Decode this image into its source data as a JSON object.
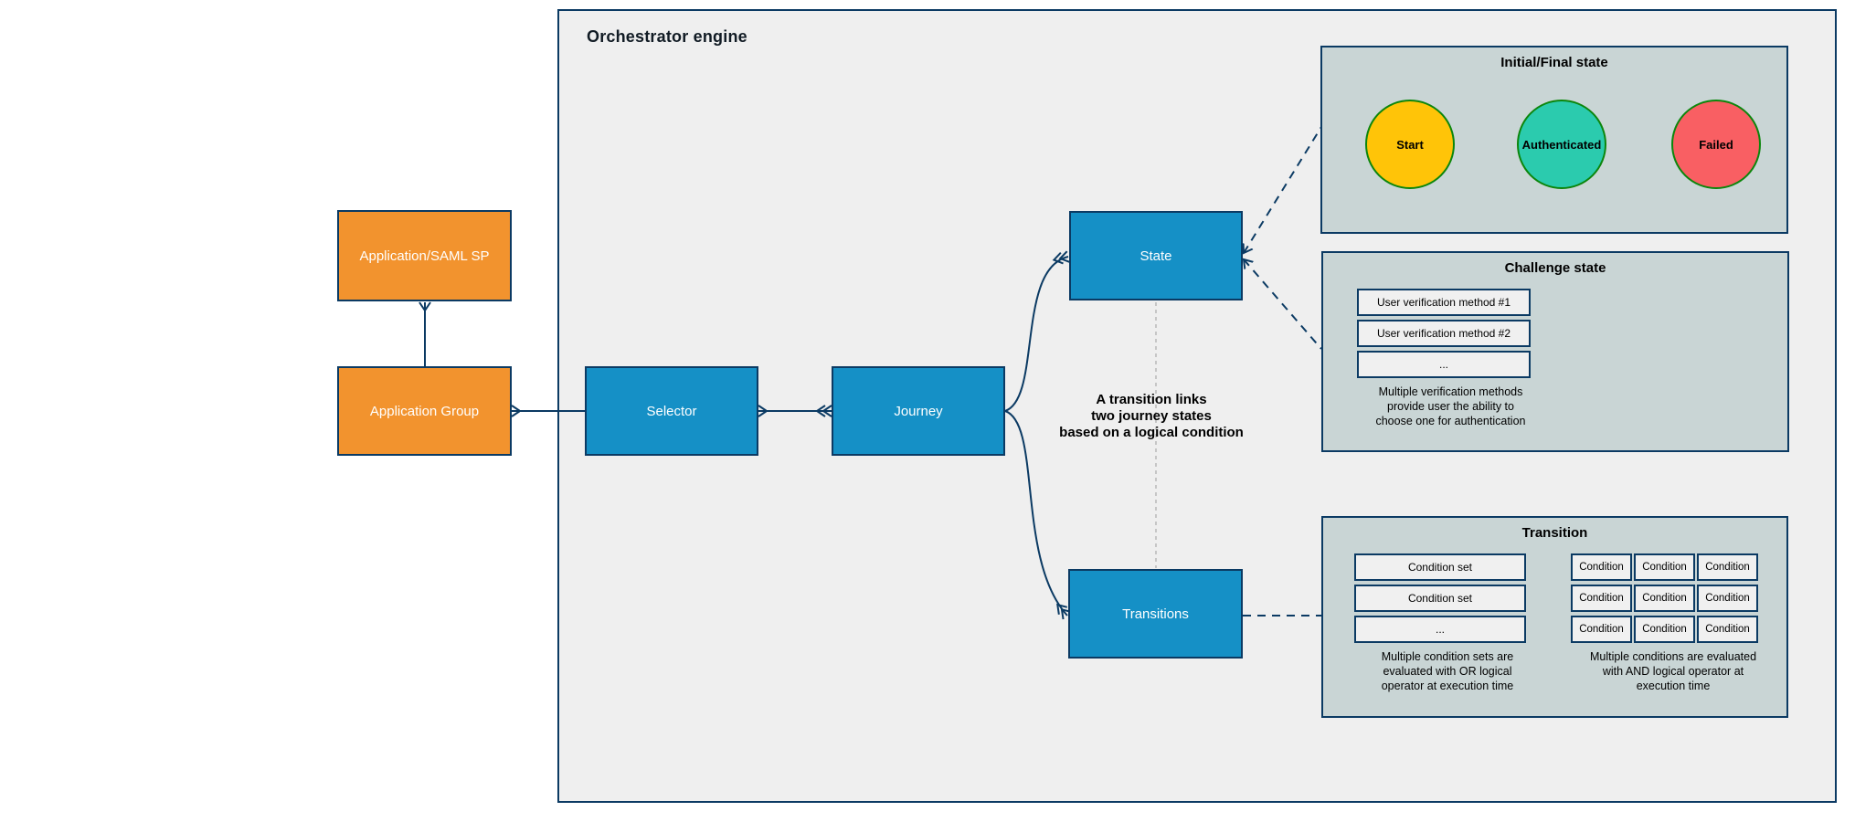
{
  "orchestrator": {
    "title": "Orchestrator engine"
  },
  "nodes": {
    "app_saml": {
      "label": "Application/SAML SP"
    },
    "app_group": {
      "label": "Application Group"
    },
    "selector": {
      "label": "Selector"
    },
    "journey": {
      "label": "Journey"
    },
    "state": {
      "label": "State"
    },
    "transitions": {
      "label": "Transitions"
    }
  },
  "annotation": {
    "lines": [
      "A transition links",
      "two journey states",
      "based on a logical condition"
    ]
  },
  "panels": {
    "initial_final": {
      "title": "Initial/Final state",
      "circles": [
        {
          "label": "Start"
        },
        {
          "label": "Authenticated"
        },
        {
          "label": "Failed"
        }
      ]
    },
    "challenge": {
      "title": "Challenge state",
      "methods": [
        "User verification method #1",
        "User verification method #2",
        "..."
      ],
      "caption_lines": [
        "Multiple verification methods",
        "provide user the ability to",
        "choose one for authentication"
      ]
    },
    "transition": {
      "title": "Transition",
      "condition_sets": [
        "Condition set",
        "Condition set",
        "..."
      ],
      "left_caption_lines": [
        "Multiple condition sets are",
        "evaluated with OR logical",
        "operator at execution time"
      ],
      "conditions_grid": [
        [
          "Condition",
          "Condition",
          "Condition"
        ],
        [
          "Condition",
          "Condition",
          "Condition"
        ],
        [
          "Condition",
          "Condition",
          "Condition"
        ]
      ],
      "right_caption_lines": [
        "Multiple conditions are evaluated",
        "with AND logical operator at",
        "execution time"
      ]
    }
  },
  "colors": {
    "border_navy": "#0b3a63",
    "node_blue": "#1590c6",
    "node_orange": "#f2932e",
    "orchestrator_bg": "#efefef",
    "subpanel_bg": "#c9d5d5",
    "mini_box_bg": "#f0f0f0",
    "circle_border_green": "#0c860c",
    "circle_start_fill": "#ffc408",
    "circle_authenticated_fill": "#2bcbae",
    "circle_failed_fill": "#f95f63",
    "dashed_gray": "#b9b9b9"
  }
}
